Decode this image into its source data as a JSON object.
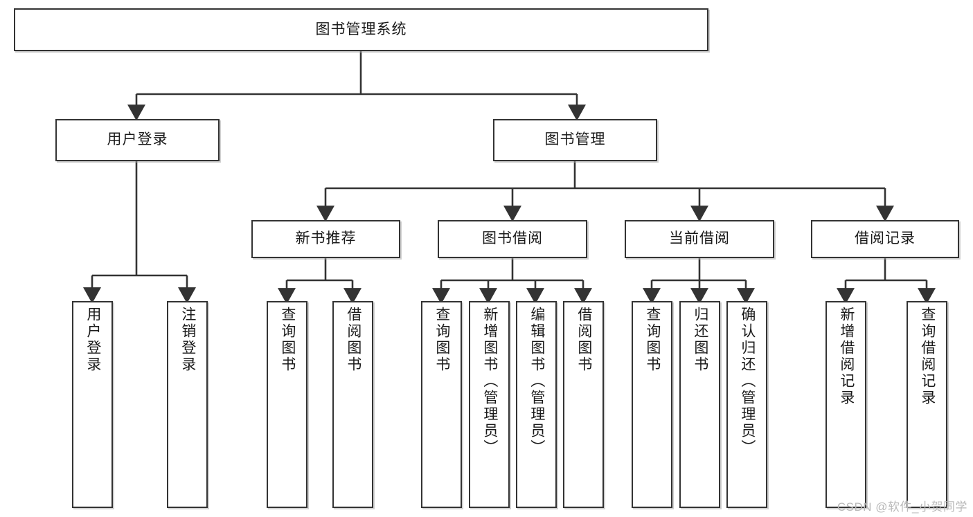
{
  "diagram": {
    "type": "tree",
    "title": "图书管理系统",
    "orientation": "top-down",
    "levels": 4,
    "colors": {
      "box_border": "#333333",
      "box_fill": "#ffffff",
      "edge": "#333333",
      "text": "#1a1a1a",
      "watermark": "#b9b9b9",
      "background": "#ffffff"
    }
  },
  "root": {
    "label": "图书管理系统"
  },
  "branches": [
    {
      "label": "用户登录"
    },
    {
      "label": "图书管理"
    }
  ],
  "groups": [
    {
      "label": "新书推荐"
    },
    {
      "label": "图书借阅"
    },
    {
      "label": "当前借阅"
    },
    {
      "label": "借阅记录"
    }
  ],
  "leaves": {
    "user_login": [
      {
        "label": "用户登录"
      },
      {
        "label": "注销登录"
      }
    ],
    "new_book_recommend": [
      {
        "label": "查询图书"
      },
      {
        "label": "借阅图书"
      }
    ],
    "book_borrow": [
      {
        "label": "查询图书"
      },
      {
        "label": "新增图书（管理员）"
      },
      {
        "label": "编辑图书（管理员）"
      },
      {
        "label": "借阅图书"
      }
    ],
    "current_borrow": [
      {
        "label": "查询图书"
      },
      {
        "label": "归还图书"
      },
      {
        "label": "确认归还（管理员）"
      }
    ],
    "borrow_record": [
      {
        "label": "新增借阅记录"
      },
      {
        "label": "查询借阅记录"
      }
    ]
  },
  "watermark": {
    "text": "CSDN @软件_小贺同学"
  }
}
